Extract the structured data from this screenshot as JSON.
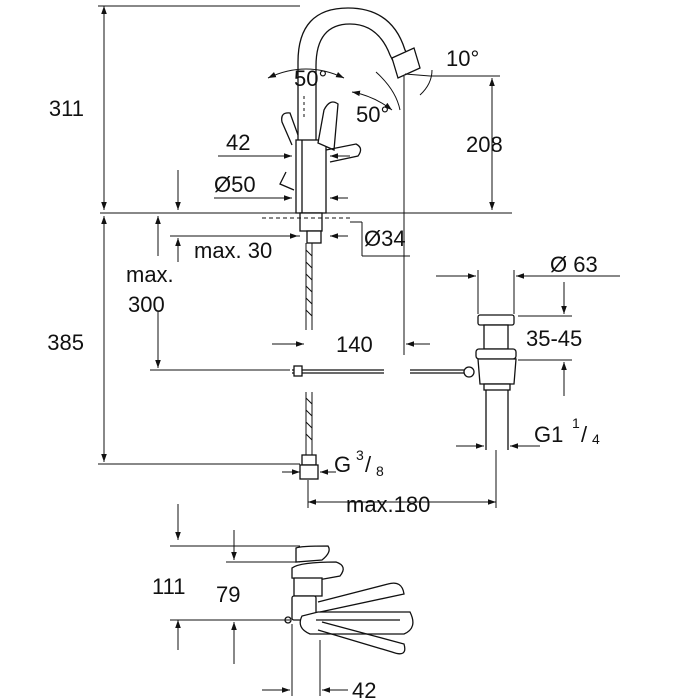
{
  "labels": {
    "h311": "311",
    "h385": "385",
    "h208": "208",
    "ang10": "10°",
    "ang50a": "50°",
    "ang50b": "50°",
    "w42top": "42",
    "d50": "Ø50",
    "d34": "Ø34",
    "max30": "max. 30",
    "max300a": "max.",
    "max300b": "300",
    "d140": "140",
    "d63": "Ø 63",
    "r3545": "35-45",
    "g1": "G1",
    "g1frac_num": "1",
    "g1frac_slash": "/",
    "g1frac_den": "4",
    "g38": "G",
    "g38_num": "3",
    "g38_slash": "/",
    "g38_den": "8",
    "max180": "max.180",
    "h111": "111",
    "h79": "79",
    "w42bot": "42"
  }
}
